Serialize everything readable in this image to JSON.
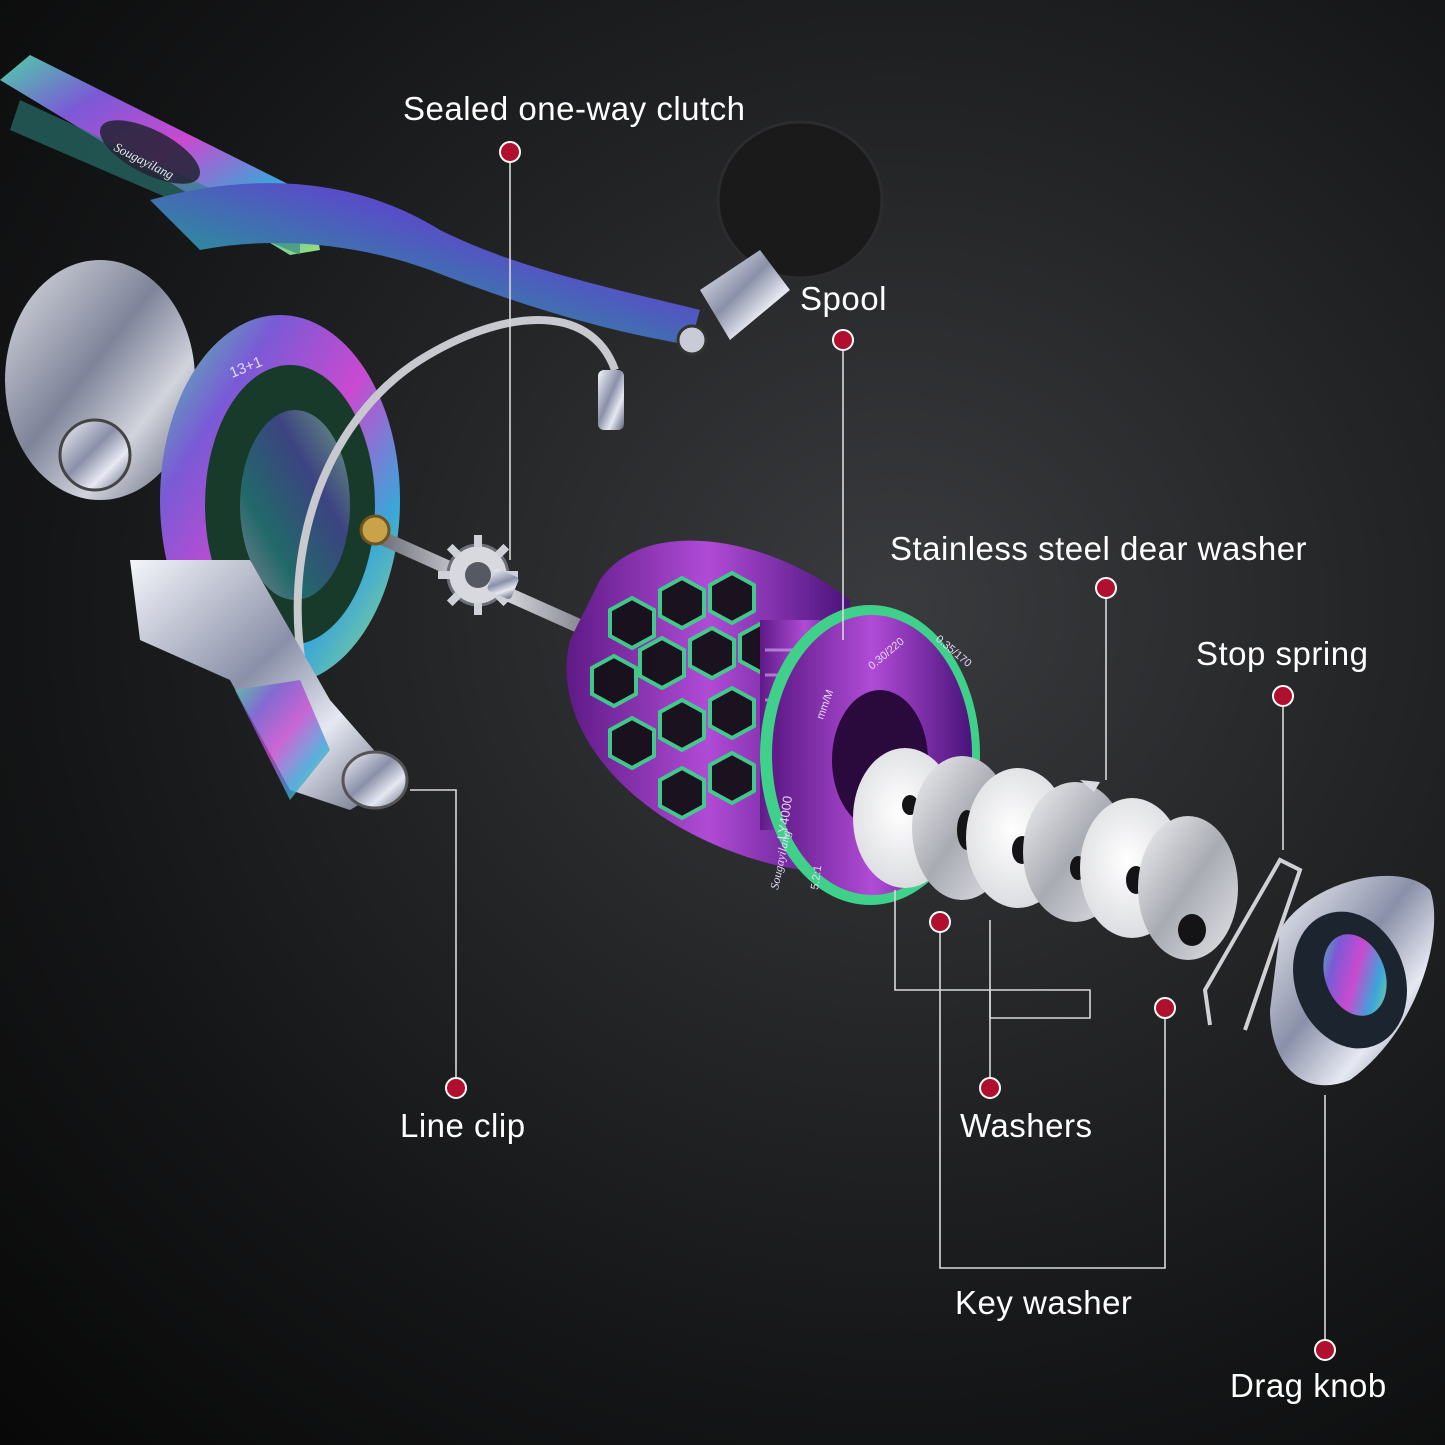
{
  "labels": {
    "clutch": "Sealed one-way clutch",
    "spool": "Spool",
    "gear_washer": "Stainless steel dear washer",
    "stop_spring": "Stop spring",
    "line_clip": "Line clip",
    "washers": "Washers",
    "key_washer": "Key washer",
    "drag_knob": "Drag knob"
  },
  "reel_markings": {
    "brand": "Sougayilang",
    "model": "LY4000",
    "line_capacity_unit": "mm/M",
    "line_capacity_1": "0.30/220",
    "line_capacity_2": "0.35/170",
    "gear_ratio": "5.2:1",
    "bearings": "13+1"
  },
  "colors": {
    "marker": "#b0102e",
    "leader_line": "#d9d9d9",
    "label_text": "#ffffff"
  }
}
